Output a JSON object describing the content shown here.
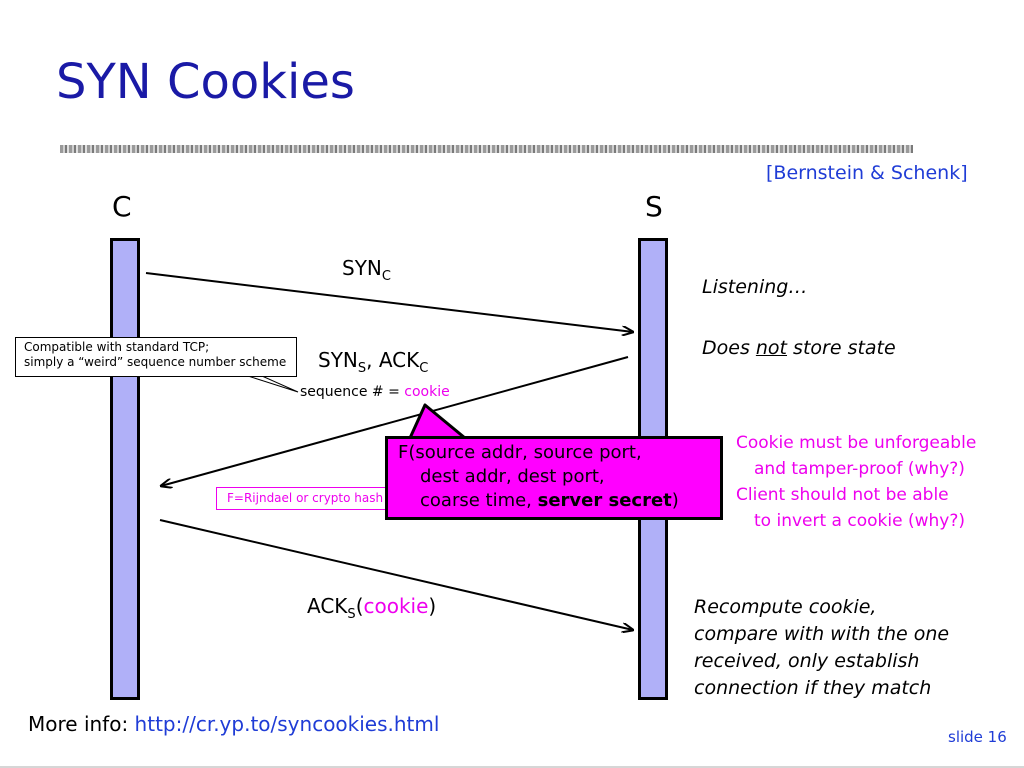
{
  "title": "SYN Cookies",
  "citation": "[Bernstein & Schenk]",
  "endpoints": {
    "client": "C",
    "server": "S"
  },
  "messages": {
    "syn_client": {
      "main": "SYN",
      "sub": "C"
    },
    "syn_ack": {
      "syn": "SYN",
      "syn_sub": "S",
      "comma": ", ACK",
      "ack_sub": "C"
    },
    "sequence": {
      "prefix": "sequence # = ",
      "value": "cookie"
    },
    "ack_server": {
      "main": "ACK",
      "sub": "S",
      "open": "(",
      "value": "cookie",
      "close": ")"
    }
  },
  "callouts": {
    "tcp_line1": "Compatible with standard TCP;",
    "tcp_line2": "simply a “weird” sequence number scheme",
    "hash": "F=Rijndael or crypto hash"
  },
  "formula": {
    "line1": "F(source addr, source port,",
    "line2": "dest addr, dest port,",
    "line3_prefix": "coarse time, ",
    "line3_bold": "server secret",
    "line3_suffix": ")"
  },
  "server_notes": {
    "listening": "Listening…",
    "does": "Does ",
    "not": "not",
    "store_state": " store state"
  },
  "cookie_notes": [
    "Cookie must be unforgeable",
    "and tamper-proof (why?)",
    "Client should not be able",
    "to invert a cookie (why?)"
  ],
  "recompute_notes": [
    "Recompute cookie,",
    "compare with with the one",
    "received, only establish",
    "connection if they match"
  ],
  "footer": {
    "more_info_label": "More info: ",
    "more_info_link": "http://cr.yp.to/syncookies.html",
    "slide": "slide 16"
  },
  "colors": {
    "title": "#1a1aa6",
    "link": "#1f3cd6",
    "magenta": "#ee00ee",
    "formula_fill": "#ff00ff",
    "lifeline_fill": "#b0b0f8"
  }
}
